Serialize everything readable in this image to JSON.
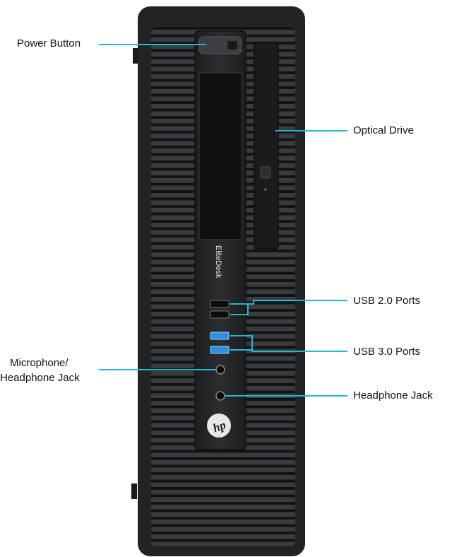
{
  "callouts": {
    "power_button": "Power Button",
    "optical_drive": "Optical Drive",
    "usb2": "USB 2.0 Ports",
    "usb3": "USB 3.0 Ports",
    "mic_line1": "Microphone/",
    "mic_line2": "Headphone Jack",
    "headphone": "Headphone Jack"
  },
  "device": {
    "model_text": "EliteDesk",
    "logo_text": "hp"
  },
  "colors": {
    "callout_line": "#22b8cf",
    "chassis": "#2a2b2d",
    "usb3_port": "#2f8fe0"
  }
}
